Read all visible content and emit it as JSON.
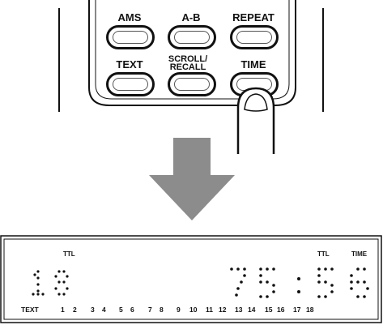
{
  "remote": {
    "buttons": [
      {
        "label": "AMS"
      },
      {
        "label": "A-B"
      },
      {
        "label": "REPEAT"
      },
      {
        "label": "TEXT"
      },
      {
        "label": "SCROLL/ RECALL"
      },
      {
        "label": "TIME"
      }
    ]
  },
  "display": {
    "ttl_left": "TTL",
    "ttl_right": "TTL",
    "time_label": "TIME",
    "text_label": "TEXT",
    "track_numbers": [
      "1",
      "2",
      "3",
      "4",
      "5",
      "6",
      "7",
      "8",
      "9",
      "10",
      "11",
      "12",
      "13",
      "14",
      "15",
      "16",
      "17",
      "18"
    ],
    "track_count": "10",
    "time_minutes": "75",
    "time_seconds": "56"
  },
  "colors": {
    "arrow": "#8c8c8c",
    "lines": "#111111"
  }
}
